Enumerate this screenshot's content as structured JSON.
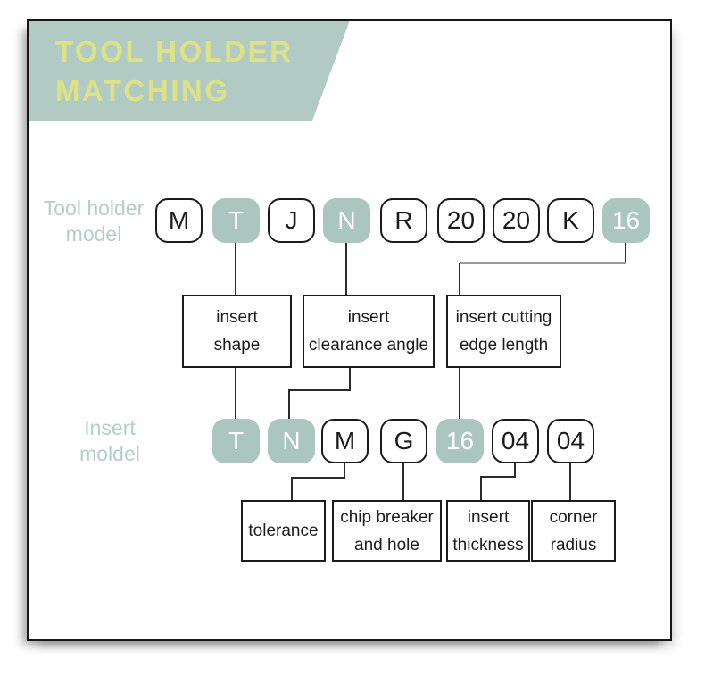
{
  "header": {
    "title_line1": "TOOL HOLDER",
    "title_line2": "MATCHING"
  },
  "colors": {
    "header_bg": "#b2cac4",
    "title_text": "#dee287",
    "row_label_text": "#b5cec7",
    "highlight_box_bg": "#aac6be",
    "highlight_box_text": "#ffffff",
    "box_border": "#1b1b1b",
    "connector": "#2b2b2b",
    "connector_gray": "#999999",
    "card_bg": "#ffffff"
  },
  "rows": {
    "tool_holder": {
      "label_line1": "Tool holder",
      "label_line2": "model",
      "codes": [
        {
          "text": "M",
          "highlight": false
        },
        {
          "text": "T",
          "highlight": true
        },
        {
          "text": "J",
          "highlight": false
        },
        {
          "text": "N",
          "highlight": true
        },
        {
          "text": "R",
          "highlight": false
        },
        {
          "text": "20",
          "highlight": false
        },
        {
          "text": "20",
          "highlight": false
        },
        {
          "text": "K",
          "highlight": false
        },
        {
          "text": "16",
          "highlight": true
        }
      ]
    },
    "insert": {
      "label_line1": "Insert",
      "label_line2": "moldel",
      "codes": [
        {
          "text": "T",
          "highlight": true
        },
        {
          "text": "N",
          "highlight": true
        },
        {
          "text": "M",
          "highlight": false
        },
        {
          "text": "G",
          "highlight": false
        },
        {
          "text": "16",
          "highlight": true
        },
        {
          "text": "04",
          "highlight": false
        },
        {
          "text": "04",
          "highlight": false
        }
      ]
    }
  },
  "annotations": {
    "middle": [
      {
        "lines": [
          "insert",
          "shape"
        ]
      },
      {
        "lines": [
          "insert",
          "clearance angle"
        ]
      },
      {
        "lines": [
          "insert cutting",
          "edge length"
        ]
      }
    ],
    "bottom": [
      {
        "lines": [
          "tolerance"
        ]
      },
      {
        "lines": [
          "chip breaker",
          "and hole"
        ]
      },
      {
        "lines": [
          "insert",
          "thickness"
        ]
      },
      {
        "lines": [
          "corner",
          "radius"
        ]
      }
    ]
  }
}
